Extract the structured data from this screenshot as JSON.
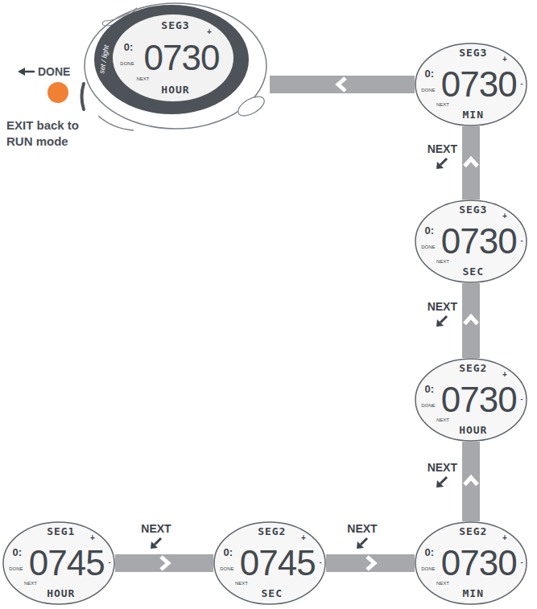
{
  "diagram": {
    "nodes": [
      {
        "text": [
          "set / light"
        ]
      },
      {
        "text": [
          "SEG3",
          "0:",
          "0730",
          "HOUR",
          "+",
          "DONE",
          "NEXT"
        ],
        "in": 0
      },
      {
        "text": [
          "SEG3",
          "0:",
          "0730",
          "MIN",
          "+",
          "DONE",
          "NEXT",
          "-"
        ]
      },
      {
        "text": [
          "SEG3",
          "0:",
          "0730",
          "SEC",
          "+",
          "DONE",
          "NEXT",
          "-"
        ]
      },
      {
        "text": [
          "SEG2",
          "0:",
          "0730",
          "HOUR",
          "+",
          "DONE",
          "NEXT",
          "-"
        ]
      },
      {
        "text": [
          "SEG2",
          "0:",
          "0730",
          "MIN",
          "+",
          "DONE",
          "NEXT",
          "-"
        ]
      },
      {
        "text": [
          "SEG2",
          "0:",
          "0745",
          "SEC",
          "+",
          "DONE",
          "NEXT",
          "-"
        ]
      },
      {
        "text": [
          "SEG1",
          "0:",
          "0745",
          "HOUR",
          "+",
          "DONE",
          "NEXT",
          "-"
        ]
      }
    ],
    "edges": [
      {
        "from": 7,
        "to": 6,
        "label": "NEXT",
        "arrow": "to"
      },
      {
        "from": 6,
        "to": 5,
        "label": "NEXT",
        "arrow": "to"
      },
      {
        "from": 5,
        "to": 4,
        "label": "NEXT",
        "arrow": "to"
      },
      {
        "from": 4,
        "to": 3,
        "label": "NEXT",
        "arrow": "to"
      },
      {
        "from": 3,
        "to": 2,
        "label": "NEXT",
        "arrow": "to"
      },
      {
        "from": 2,
        "to": 0,
        "arrow": "to"
      }
    ],
    "labels": [
      "DONE",
      "EXIT back to RUN mode"
    ]
  }
}
